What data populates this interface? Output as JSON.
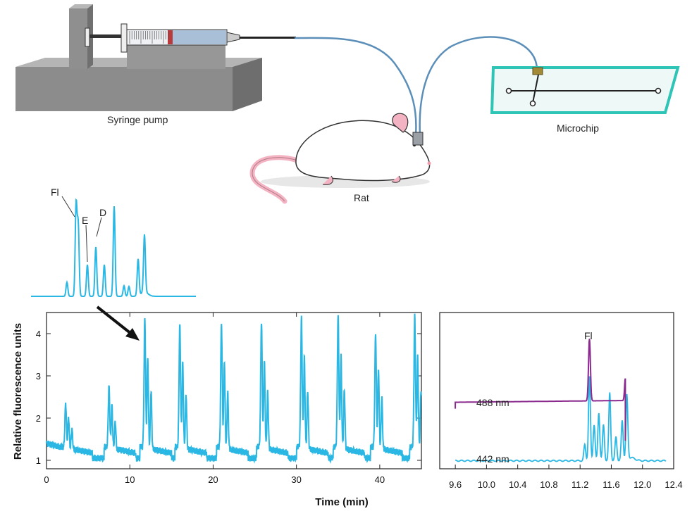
{
  "labels": {
    "syringe_pump": "Syringe pump",
    "microchip": "Microchip",
    "rat": "Rat"
  },
  "colors": {
    "trace_blue": "#2bb7e3",
    "trace_purple": "#8a2a8e",
    "tube": "#5b8fb9",
    "pump_gray": "#8a8a8a",
    "chip_teal": "#2ec4b6",
    "rat_pink": "#f4b3c2"
  },
  "inset_chromatogram": {
    "peak_labels": [
      "Fl",
      "E",
      "D"
    ]
  },
  "chart_data": [
    {
      "type": "line",
      "xlabel": "Time (min)",
      "ylabel": "Relative fluorescence units",
      "xlim": [
        0,
        45
      ],
      "ylim": [
        0.8,
        4.5
      ],
      "xticks": [
        "0",
        "10",
        "20",
        "30",
        "40"
      ],
      "yticks": [
        "1",
        "2",
        "3",
        "4"
      ],
      "injection_peaks": [
        {
          "time": 2.3,
          "height": 2.35
        },
        {
          "time": 7.5,
          "height": 2.75
        },
        {
          "time": 11.8,
          "height": 4.38
        },
        {
          "time": 16.0,
          "height": 4.2
        },
        {
          "time": 21.0,
          "height": 4.25
        },
        {
          "time": 25.8,
          "height": 4.28
        },
        {
          "time": 30.6,
          "height": 4.35
        },
        {
          "time": 35.0,
          "height": 4.42
        },
        {
          "time": 39.5,
          "height": 4.0
        },
        {
          "time": 44.2,
          "height": 4.4
        }
      ]
    },
    {
      "type": "line",
      "xlim": [
        9.4,
        12.4
      ],
      "xticks": [
        "9.6",
        "10.0",
        "10.4",
        "10.8",
        "11.2",
        "11.6",
        "12.0",
        "12.4"
      ],
      "series": [
        {
          "name": "488 nm",
          "baseline": 2.3,
          "x_start": 9.6,
          "x_end": 11.78
        },
        {
          "name": "442 nm",
          "baseline": 0.8
        }
      ],
      "annotations": [
        "Fl"
      ],
      "fl_peak_time": 11.32
    }
  ]
}
